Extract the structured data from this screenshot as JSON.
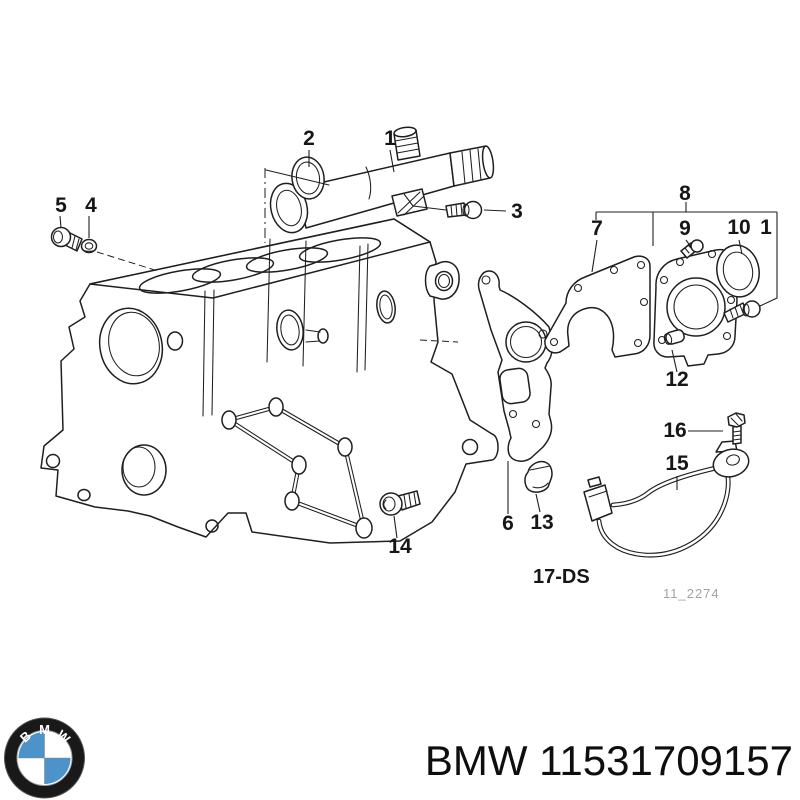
{
  "diagram": {
    "title": "engine block parts exploded diagram",
    "group_code": "17-DS",
    "drawing_number": "11_2274",
    "callouts": {
      "c1": "1",
      "c2": "2",
      "c3": "3",
      "c4": "4",
      "c5": "5",
      "c6": "6",
      "c7": "7",
      "c8": "8",
      "c9": "9",
      "c10": "10",
      "c11": "1",
      "c12": "12",
      "c13": "13",
      "c14": "14",
      "c15": "15",
      "c16": "16"
    }
  },
  "footer": {
    "text": "BMW 11531709157",
    "logo": {
      "letter_b": "B",
      "letter_m": "M",
      "letter_w": "W"
    }
  },
  "colors": {
    "line": "#1f1f1f",
    "logo_blue": "#4b93c9",
    "logo_black": "#191919",
    "watermark": "#a7a29b"
  }
}
